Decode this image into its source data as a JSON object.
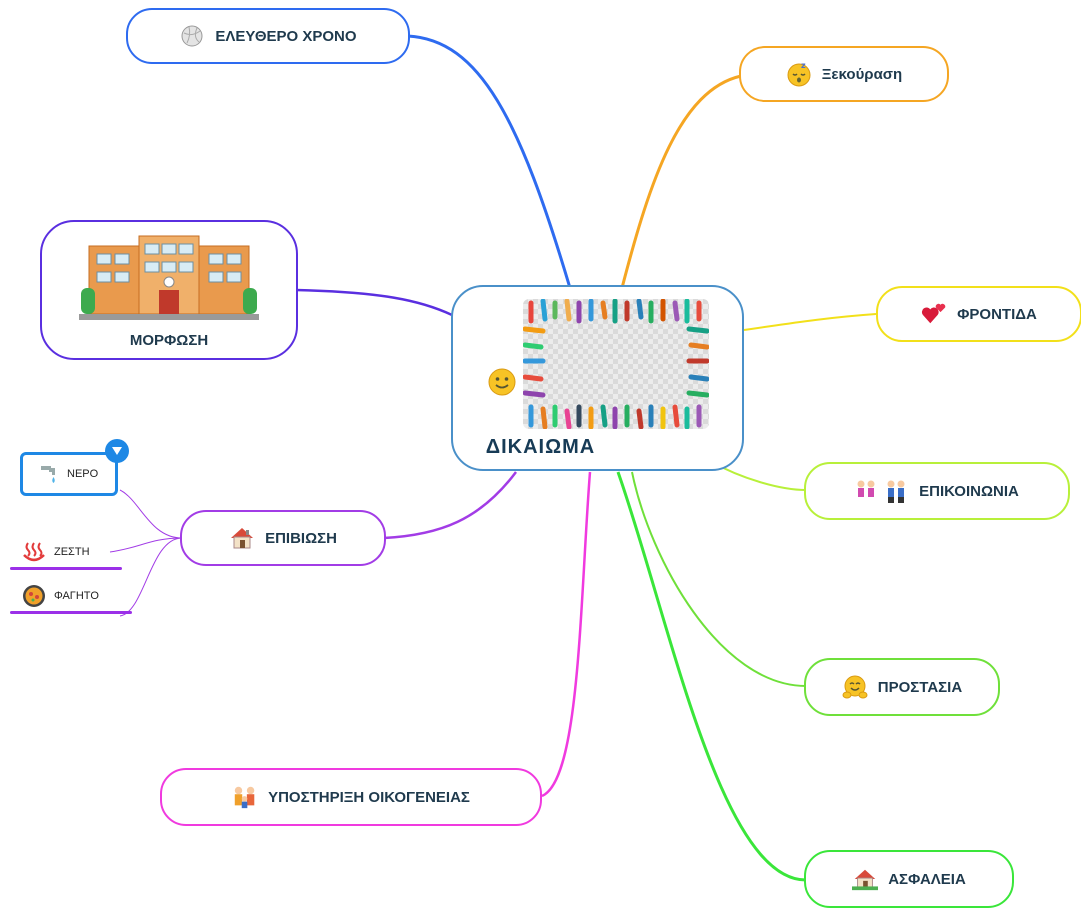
{
  "central": {
    "label": "ΔΙΚΑΙΩΜΑ",
    "icon": "smiley-icon",
    "image": "raised-hands-frame"
  },
  "branches": {
    "free_time": {
      "label": "ΕΛΕΥΘΕΡΟ ΧΡΟΝΟ",
      "icon": "volleyball-icon",
      "color": "#2e6bf0"
    },
    "rest": {
      "label": "Ξεκούραση",
      "icon": "sleeping-face-icon",
      "color": "#f5a623"
    },
    "education": {
      "label": "ΜΟΡΦΩΣΗ",
      "icon": "school-building-icon",
      "color": "#5a2fe0"
    },
    "care": {
      "label": "ΦΡΟΝΤΙΔΑ",
      "icon": "hearts-icon",
      "color": "#f2e01a"
    },
    "survival": {
      "label": "ΕΠΙΒΙΩΣΗ",
      "icon": "house-icon",
      "color": "#a23ce6"
    },
    "communication": {
      "label": "ΕΠΙΚΟΙΝΩΝΙΑ",
      "icon": "people-holding-hands-icon",
      "color": "#b8f03a"
    },
    "protection": {
      "label": "ΠΡΟΣΤΑΣΙΑ",
      "icon": "hugging-face-icon",
      "color": "#6fe03a"
    },
    "family_support": {
      "label": "ΥΠΟΣΤΗΡΙΞΗ ΟΙΚΟΓΕΝΕΙΑΣ",
      "icon": "family-icon",
      "color": "#f03adf"
    },
    "safety": {
      "label": "ΑΣΦΑΛΕΙΑ",
      "icon": "house-garden-icon",
      "color": "#3ae63a"
    }
  },
  "survival_children": [
    {
      "label": "ΝΕΡΟ",
      "icon": "water-tap-icon",
      "selected": true
    },
    {
      "label": "ΖΕΣΤΗ",
      "icon": "hot-springs-icon",
      "selected": false
    },
    {
      "label": "ΦΑΓΗΤΟ",
      "icon": "paella-pan-icon",
      "selected": false
    }
  ],
  "colors": {
    "central_border": "#4a90c9",
    "selection_blue": "#1e88e5",
    "leaf_underline": "#9b30e8"
  }
}
